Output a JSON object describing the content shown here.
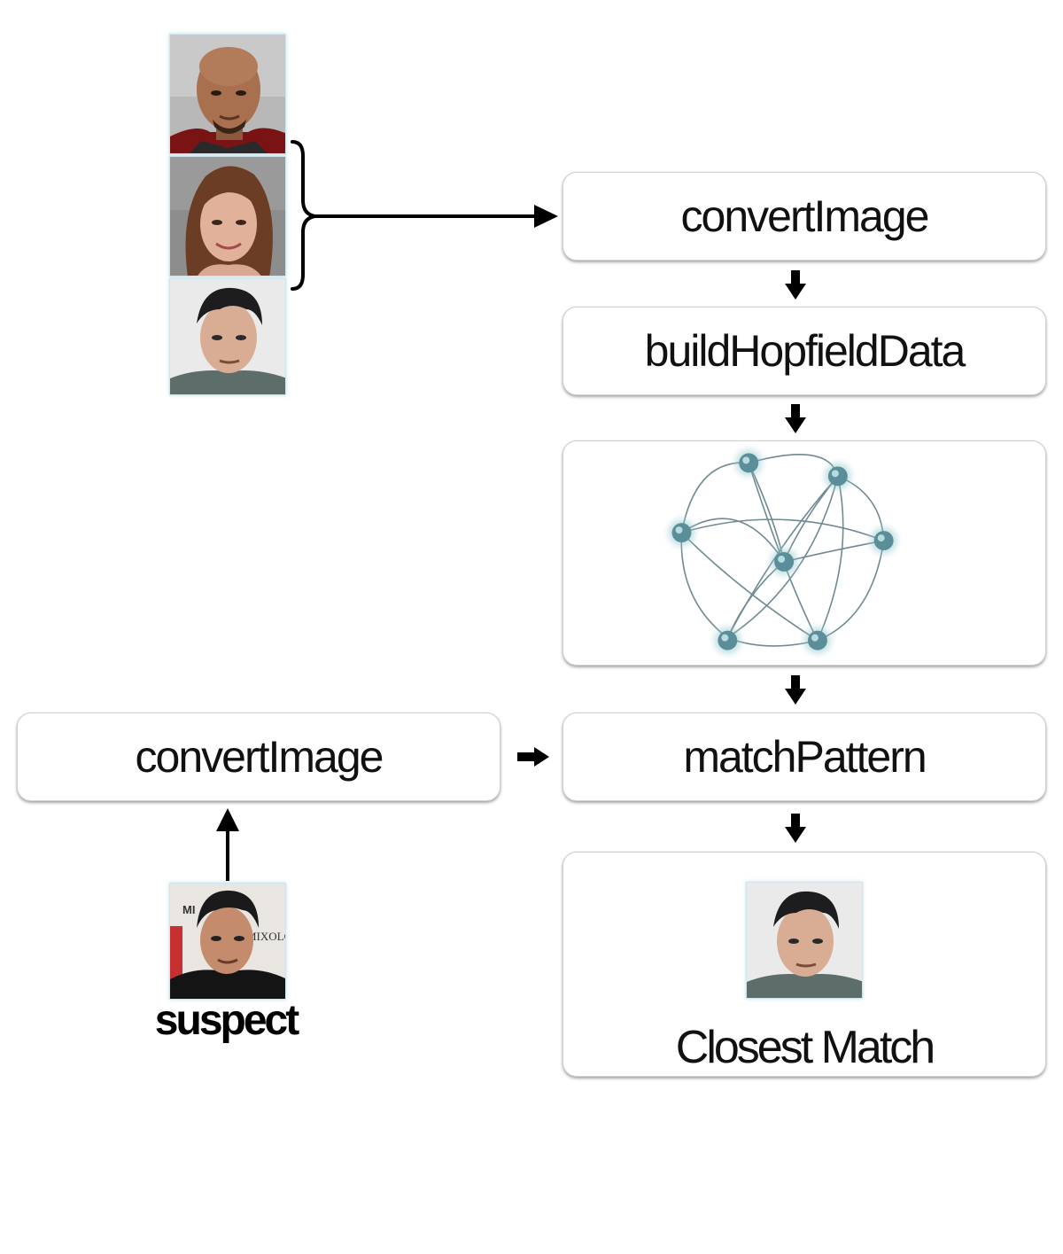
{
  "steps": {
    "convert_training_label": "convertImage",
    "build_label": "buildHopfieldData",
    "match_label": "matchPattern",
    "convert_suspect_label": "convertImage",
    "result_label": "Closest Match"
  },
  "suspect": {
    "label": "suspect",
    "poster_text_1": "MI",
    "poster_text_2": "MIXOLO"
  },
  "colors": {
    "arrow": "#000000",
    "network_edge": "#6f8a92",
    "network_node": "#5a8f9a",
    "box_border": "#d2d2d2"
  }
}
